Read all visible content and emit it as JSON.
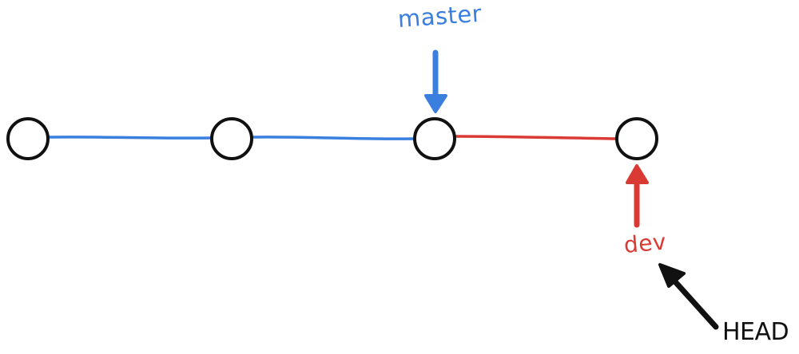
{
  "colors": {
    "master": "#3a7fde",
    "dev": "#d93a34",
    "head": "#111111",
    "commit_stroke": "#111111",
    "commit_fill": "#ffffff",
    "background": "#ffffff"
  },
  "commits": [
    {
      "id": "c1"
    },
    {
      "id": "c2"
    },
    {
      "id": "c3"
    },
    {
      "id": "c4"
    }
  ],
  "edges": [
    {
      "from": "c1",
      "to": "c2",
      "branch": "master"
    },
    {
      "from": "c2",
      "to": "c3",
      "branch": "master"
    },
    {
      "from": "c3",
      "to": "c4",
      "branch": "dev"
    }
  ],
  "pointers": {
    "master": {
      "label": "master",
      "target": "c3"
    },
    "dev": {
      "label": "dev",
      "target": "c4"
    },
    "head": {
      "label": "HEAD",
      "target": "dev"
    }
  }
}
